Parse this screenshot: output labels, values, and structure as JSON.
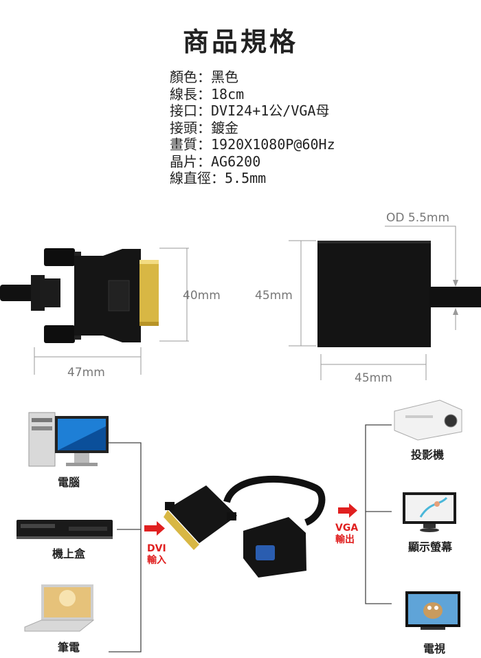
{
  "title": "商品規格",
  "specs": [
    "顏色：黑色",
    "線長：18cm",
    "接口：DVI24+1公/VGA母",
    "接頭：鍍金",
    "畫質：1920X1080P@60Hz",
    "晶片：AG6200",
    "線直徑：5.5mm"
  ],
  "dimensions": {
    "dvi_height": "40mm",
    "dvi_width": "47mm",
    "vga_height": "45mm",
    "vga_width": "45mm",
    "cable_od": "OD 5.5mm"
  },
  "diagram": {
    "inputs": [
      "電腦",
      "機上盒",
      "筆電"
    ],
    "outputs": [
      "投影機",
      "顯示螢幕",
      "電視"
    ],
    "dvi_in": [
      "DVI",
      "輸入"
    ],
    "vga_out": [
      "VGA",
      "輸出"
    ]
  }
}
